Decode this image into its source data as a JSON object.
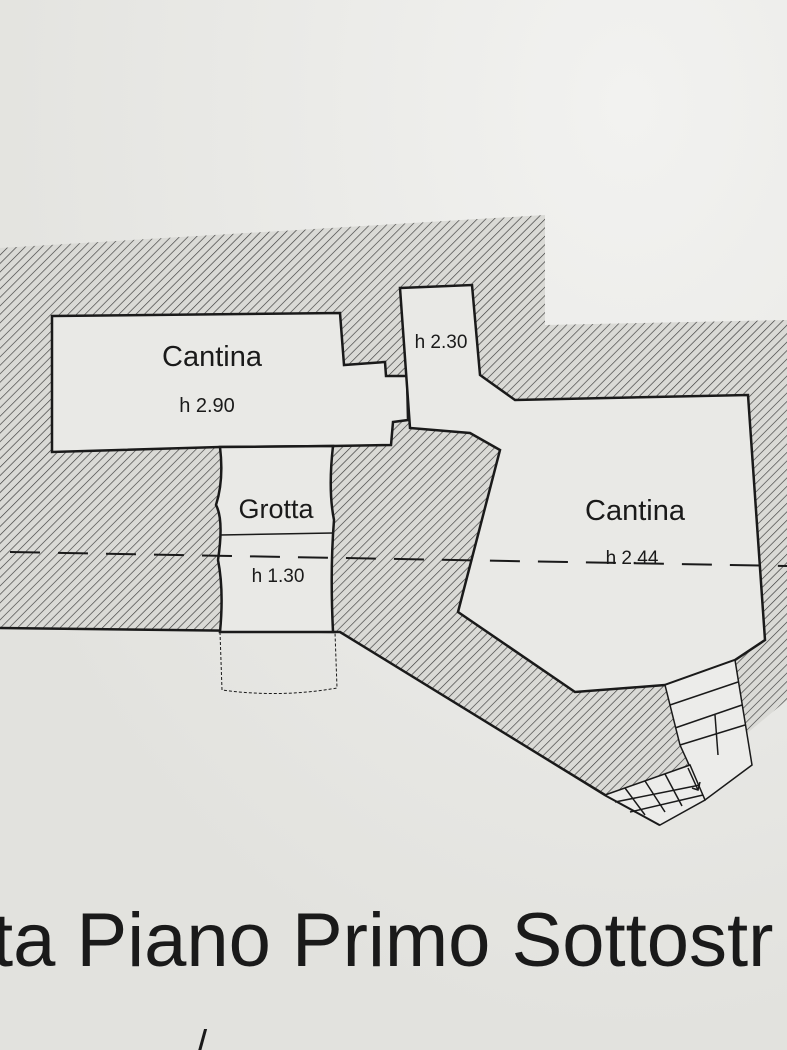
{
  "plan": {
    "rooms": [
      {
        "name": "Cantina",
        "height": "h 2.90"
      },
      {
        "name": "",
        "height": "h 2.30"
      },
      {
        "name": "Grotta",
        "height": "h 1.30"
      },
      {
        "name": "Cantina",
        "height": "h 2.44"
      }
    ],
    "title": "ta Piano Primo Sottostr",
    "bottom_mark": "/"
  },
  "colors": {
    "paper": "#e6e6e3",
    "room_fill": "#e9e9e6",
    "line": "#1a1a1a",
    "hatch": "#3a3a3a"
  }
}
